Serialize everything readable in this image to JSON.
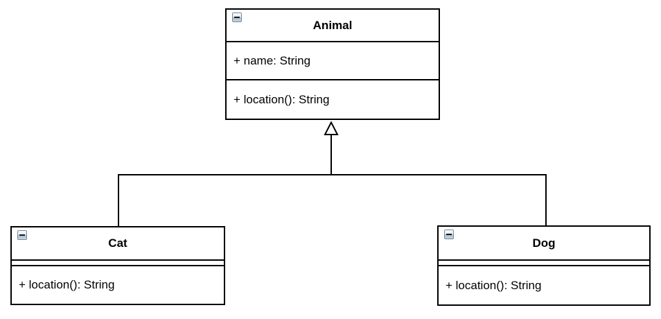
{
  "diagram": {
    "type": "uml-class-diagram",
    "classes": [
      {
        "name": "Animal",
        "attributes": [
          "+ name: String"
        ],
        "methods": [
          "+ location(): String"
        ]
      },
      {
        "name": "Cat",
        "attributes": [],
        "methods": [
          "+ location(): String"
        ]
      },
      {
        "name": "Dog",
        "attributes": [],
        "methods": [
          "+ location(): String"
        ]
      }
    ],
    "relationships": [
      {
        "type": "inheritance",
        "from": "Cat",
        "to": "Animal"
      },
      {
        "type": "inheritance",
        "from": "Dog",
        "to": "Animal"
      }
    ],
    "colors": {
      "border": "#000000",
      "background": "#ffffff",
      "text": "#000000",
      "collapse_button_face": "#c7d4e1",
      "collapse_button_border": "#7a8795"
    }
  }
}
